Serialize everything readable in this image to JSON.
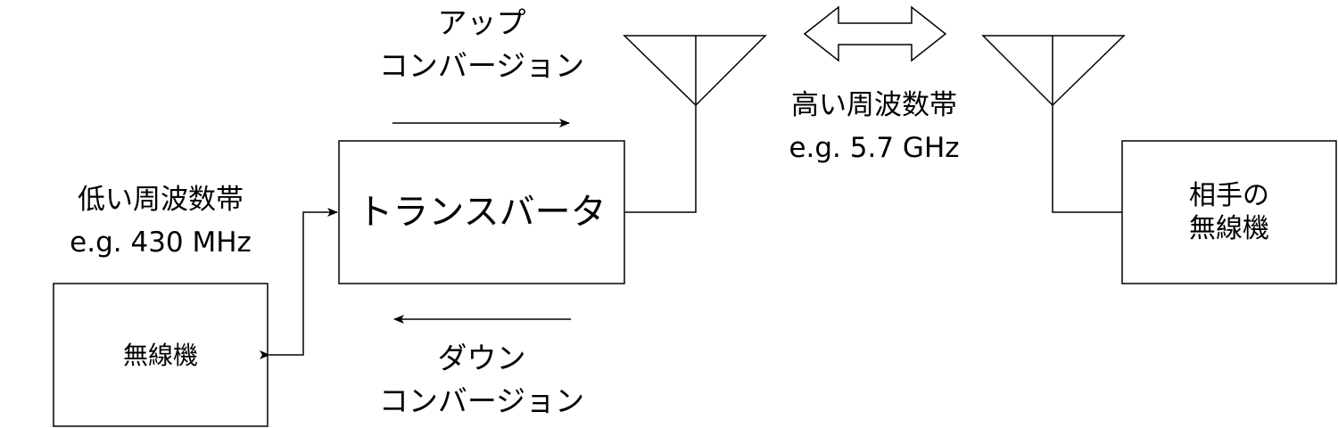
{
  "nodes": {
    "radio": {
      "label": "無線機"
    },
    "transverter": {
      "label": "トランスバータ"
    },
    "remote_radio": {
      "line1": "相手の",
      "line2": "無線機"
    }
  },
  "labels": {
    "upconversion": {
      "line1": "アップ",
      "line2": "コンバージョン"
    },
    "downconversion": {
      "line1": "ダウン",
      "line2": "コンバージョン"
    },
    "low_band": {
      "line1": "低い周波数帯",
      "line2": "e.g. 430 MHz"
    },
    "high_band": {
      "line1": "高い周波数帯",
      "line2": "e.g. 5.7 GHz"
    }
  },
  "colors": {
    "stroke": "#000000",
    "background": "#ffffff",
    "text": "#000000"
  }
}
